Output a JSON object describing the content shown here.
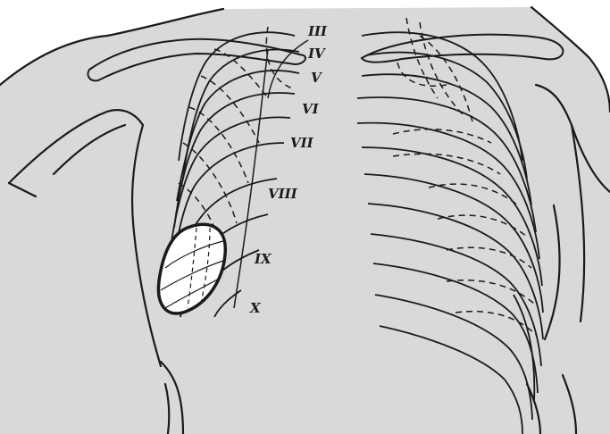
{
  "colors": {
    "background": "#ffffff",
    "body_fill": "#d9d9d9",
    "ink": "#1a1a1a",
    "lesion_fill": "#ffffff"
  },
  "labels": {
    "rib_3": "III",
    "rib_4": "IV",
    "rib_5": "V",
    "rib_6": "VI",
    "rib_7": "VII",
    "rib_8": "VIII",
    "rib_9": "IX",
    "rib_10": "X"
  }
}
